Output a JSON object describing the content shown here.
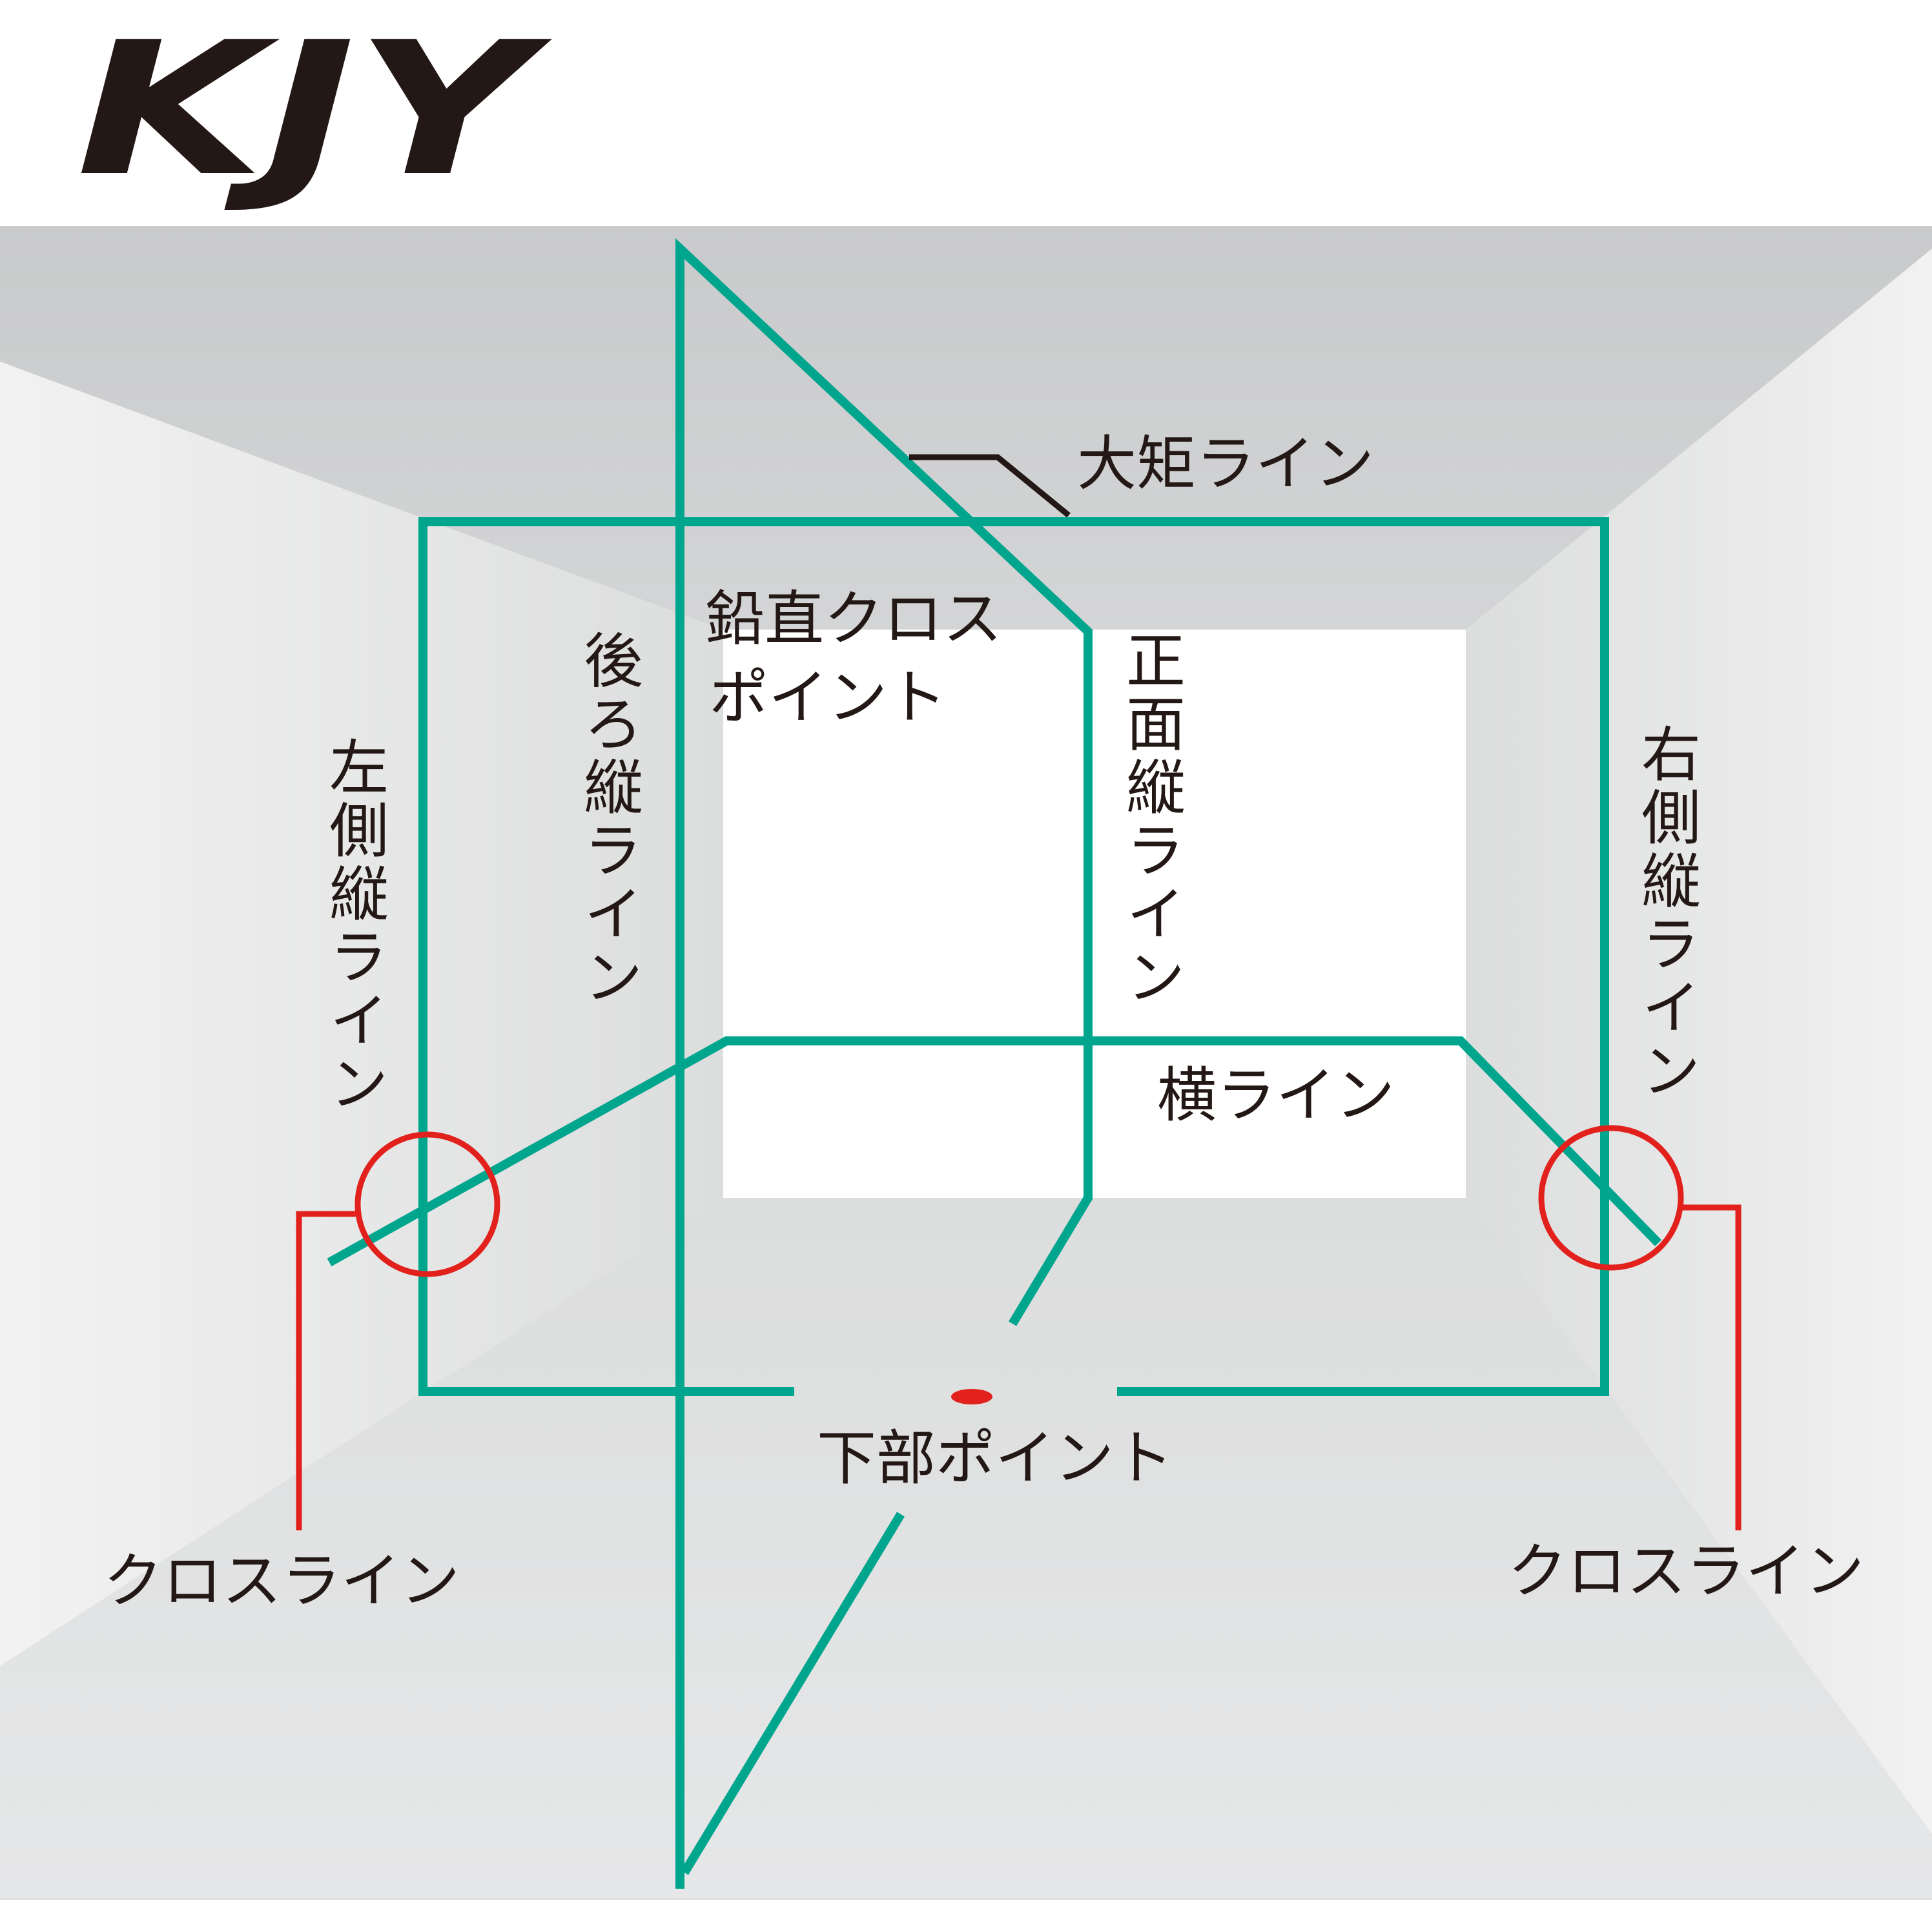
{
  "brand": {
    "logo_text": "KJY"
  },
  "colors": {
    "laser_line": "#00a58e",
    "cross_marker": "#e2211c",
    "leader_line": "#231815",
    "text": "#231815",
    "background": "#ffffff"
  },
  "labels": {
    "ceiling_line": "大矩ライン",
    "vertical_cross_point_line1": "鉛直クロス",
    "vertical_cross_point_line2": "ポイント",
    "rear_vertical_line": "後ろ縦ライン",
    "front_vertical_line": "正面縦ライン",
    "left_vertical_line": "左側縦ライン",
    "right_vertical_line": "右側縦ライン",
    "horizontal_line": "横ライン",
    "bottom_point": "下部ポイント",
    "cross_line_left": "クロスライン",
    "cross_line_right": "クロスライン"
  }
}
